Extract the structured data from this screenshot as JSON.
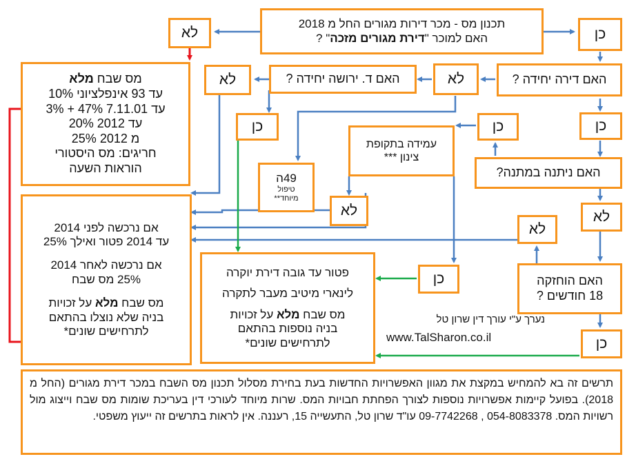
{
  "top_question": {
    "line1": "תכנון מס - מכר דירות מגורים החל מ 2018",
    "line2_prefix": "האם למוכר \"",
    "line2_bold": "דירת מגורים מזכה",
    "line2_suffix": "\" ?"
  },
  "yes": "כן",
  "no": "לא",
  "q_single_home": "האם דירה יחידה ?",
  "q_inherited": "האם ד. ירושה יחידה ?",
  "q_gift": "האם ניתנה במתנה?",
  "q_held": {
    "line1": "האם הוחזקה",
    "line2": "18 חודשים ?"
  },
  "q_cooling": {
    "line1": "עמידה בתקופת",
    "line2": "צינון ***"
  },
  "box_49h": {
    "line1": "49ה",
    "line2": "טיפול",
    "line3": "מיוחד**"
  },
  "full_tax": {
    "title_prefix": "מס שבח ",
    "title_bold": "מלא",
    "l1": "עד 93 אינפלציוני 10%",
    "l2": "עד 7.11.01 47% + 3%",
    "l3": "עד 2012 20%",
    "l4": "מ 2012 25%",
    "l5": "חריגים: מס היסטורי",
    "l6": "הוראות השעה"
  },
  "linear_box": {
    "l1": "אם נרכשה לפני 2014",
    "l2": "עד 2014 פטור ואילך 25%",
    "l3": "אם נרכשה לאחר 2014",
    "l4": "25% מס שבח",
    "l5_prefix": "מס שבח ",
    "l5_bold": "מלא",
    "l5_suffix": " על זכויות",
    "l6": "בניה שלא נוצלו בהתאם",
    "l7": "לתרחישים שונים*"
  },
  "exempt_box": {
    "l1": "פטור עד גובה דירת יוקרה",
    "l2": "לינארי מיטיב מעבר לתקרה",
    "l3_prefix": "מס שבח ",
    "l3_bold": "מלא",
    "l3_suffix": " על זכויות",
    "l4": "בניה נוספות בהתאם",
    "l5": "לתרחישים שונים*"
  },
  "credit": {
    "line1": "נערך ע\"י עורך דין שרון טל",
    "site": "www.TalSharon.co.il"
  },
  "footer_text": "תרשים זה בא להמחיש במקצת את מגוון האפשרויות החדשות בעת בחירת מסלול תכנון מס השבח במכר דירת מגורים (החל מ 2018). בפועל קיימות אפשרויות נוספות לצורך הפחתת חבויות המס. שרות מיוחד לעורכי דין בעריכת שומות מס שבח וייצוג מול רשויות המס. 054-8083378 , 09-7742268 עו\"ד שרון טל, התעשייה 15, רעננה. אין לראות בתרשים זה ייעוץ משפטי.",
  "colors": {
    "box_border": "#f7941d",
    "arrow_blue": "#4a7fc1",
    "arrow_red": "#e8141c",
    "arrow_green": "#1aaa4a"
  }
}
